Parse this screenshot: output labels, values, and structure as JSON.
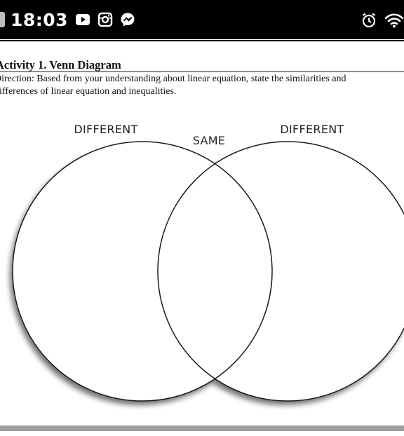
{
  "status_bar": {
    "time": "18:03",
    "left_icons": [
      "back-icon",
      "youtube-icon",
      "instagram-icon",
      "messenger-icon"
    ],
    "right_icons": [
      "alarm-icon",
      "wifi-icon"
    ]
  },
  "document": {
    "title": "Activity 1. Venn Diagram",
    "direction_line1": "Direction: Based from your understanding about linear equation, state the similarities and",
    "direction_line2": "differences of linear equation and inequalities."
  },
  "venn_diagram": {
    "left_label": "DIFFERENT",
    "middle_label": "SAME",
    "right_label": "DIFFERENT"
  },
  "colors": {
    "status_bar": "#000000",
    "page": "#ffffff",
    "text": "#111111",
    "bottom_bar": "#9e9e9e"
  }
}
